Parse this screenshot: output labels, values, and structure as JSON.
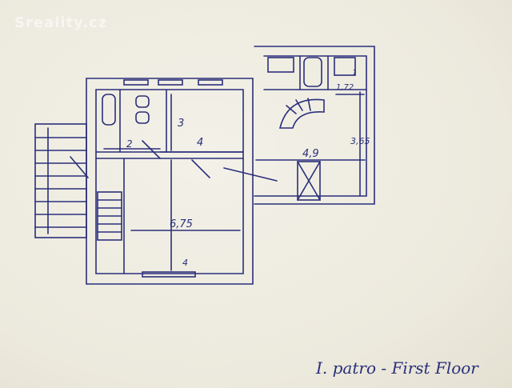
{
  "watermark": "Sreality.cz",
  "caption": "I. patro - First Floor",
  "dimensions": {
    "d3": "3",
    "d2": "2",
    "d4": "4",
    "d49": "4,9",
    "d365": "3,65",
    "d172": "1,72",
    "d1": "1",
    "d675": "6,75",
    "d4b": "4"
  },
  "colors": {
    "ink": "#2a2f7a",
    "paper": "#ece9dd"
  }
}
